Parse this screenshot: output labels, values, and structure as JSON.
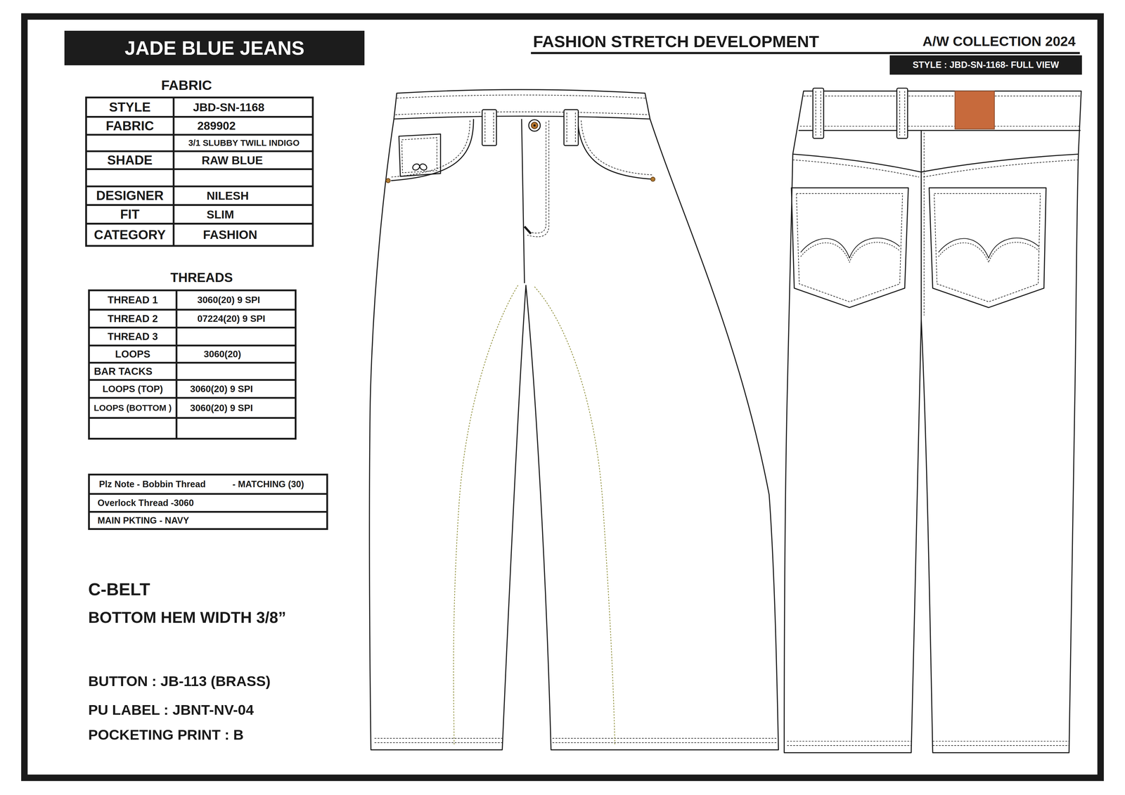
{
  "diagram": {
    "title": "FASHION STRETCH DEVELOPMENT",
    "nodes": [
      {
        "text": [
          "JADE BLUE JEANS"
        ]
      },
      {
        "text": [
          "STYLE : JBD-SN-1168- FULL VIEW"
        ]
      }
    ],
    "labels": [
      "A/W COLLECTION 2024",
      "FABRIC",
      "STYLE",
      "JBD-SN-1168",
      "FABRIC",
      "289902",
      "3/1 SLUBBY TWILL INDIGO",
      "SHADE",
      "RAW BLUE",
      "DESIGNER",
      "NILESH",
      "FIT",
      "SLIM",
      "CATEGORY",
      "FASHION",
      "THREADS",
      "THREAD 1",
      "3060(20) 9 SPI",
      "THREAD 2",
      "07224(20) 9 SPI",
      "THREAD 3",
      "LOOPS",
      "3060(20)",
      "BAR TACKS",
      "LOOPS (TOP)",
      "3060(20) 9 SPI",
      "LOOPS (BOTTOM )",
      "3060(20) 9 SPI",
      "Plz Note - Bobbin Thread",
      "- MATCHING (30)",
      "Overlock Thread -3060",
      "MAIN PKTING - NAVY",
      "C-BELT",
      "BOTTOM HEM WIDTH 3/8”",
      "BUTTON : JB-113 (BRASS)",
      "PU LABEL : JBNT-NV-04",
      "POCKETING PRINT : B"
    ]
  }
}
